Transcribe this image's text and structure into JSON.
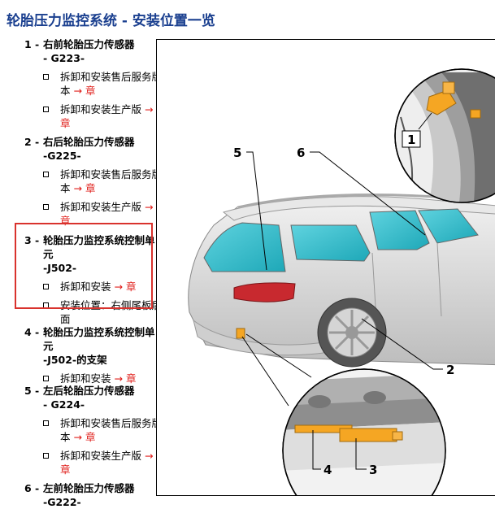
{
  "title": "轮胎压力监控系统 - 安装位置一览",
  "items": [
    {
      "num": "1 -",
      "name": "右前轮胎压力传感器",
      "code": "- G223-",
      "subs": [
        {
          "text": "拆卸和安装售后服务版本",
          "link": "→ 章"
        },
        {
          "text": "拆卸和安装生产版",
          "link": "→ 章"
        }
      ]
    },
    {
      "num": "2 -",
      "name": "右后轮胎压力传感器",
      "code": "-G225-",
      "subs": [
        {
          "text": "拆卸和安装售后服务版本",
          "link": "→ 章"
        },
        {
          "text": "拆卸和安装生产版",
          "link": "→ 章"
        }
      ]
    },
    {
      "num": "3 -",
      "name": "轮胎压力监控系统控制单元",
      "code": "-J502-",
      "subs": [
        {
          "text": "拆卸和安装",
          "link": "→ 章"
        },
        {
          "text": "安装位置：右侧尾板后面",
          "link": ""
        }
      ]
    },
    {
      "num": "4 -",
      "name": "轮胎压力监控系统控制单元",
      "code": "-J502-的支架",
      "subs": [
        {
          "text": "拆卸和安装",
          "link": "→ 章"
        }
      ]
    },
    {
      "num": "5 -",
      "name": "左后轮胎压力传感器",
      "code": "- G224-",
      "subs": [
        {
          "text": "拆卸和安装售后服务版本",
          "link": "→ 章"
        },
        {
          "text": "拆卸和安装生产版",
          "link": "→ 章"
        }
      ]
    },
    {
      "num": "6 -",
      "name": "左前轮胎压力传感器",
      "code": "-G222-",
      "subs": []
    }
  ],
  "figure": {
    "callouts": [
      "1",
      "2",
      "3",
      "4",
      "5",
      "6"
    ],
    "colors": {
      "glass": "#33c0cf",
      "body": "#d9d9d9",
      "sensor": "#f5a623",
      "taillight": "#c8292f",
      "stroke": "#000000"
    }
  }
}
